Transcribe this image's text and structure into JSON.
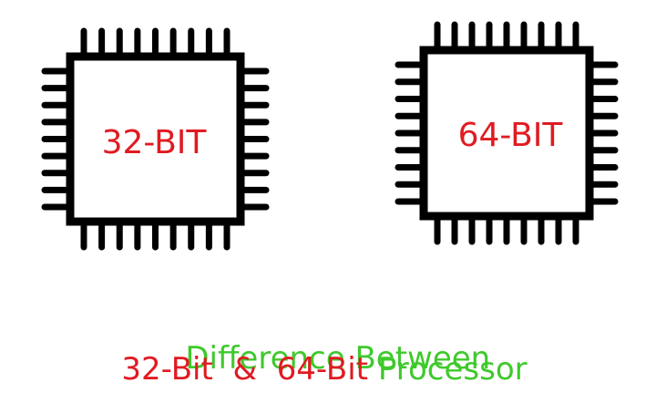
{
  "chips": [
    {
      "label": "32-BIT"
    },
    {
      "label": "64-BIT"
    }
  ],
  "caption": {
    "line1": "Difference Between",
    "line2_part1": "32-Bit",
    "line2_part2": "&",
    "line2_part3": "64-Bit",
    "line2_part4": "Processor"
  },
  "colors": {
    "chip_outline": "#000000",
    "label_red": "#e01b22",
    "caption_green": "#3fc92c",
    "background": "#ffffff"
  }
}
